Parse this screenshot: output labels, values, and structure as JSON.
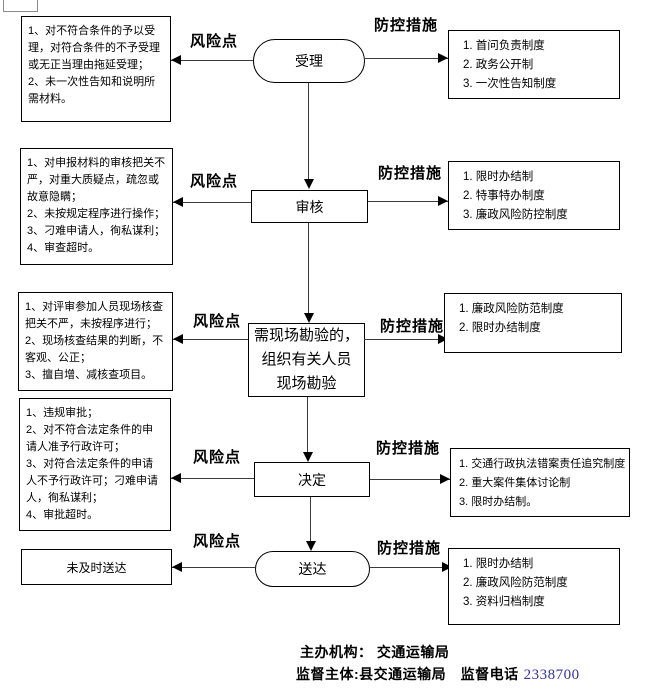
{
  "labels": {
    "risk": "风险点",
    "control": "防控措施"
  },
  "rows": [
    {
      "step": "受理",
      "risks": [
        "1、对不符合条件的予以受理，对符合条件的不予受理或无正当理由拖延受理；",
        "2、未一次性告知和说明所需材料。"
      ],
      "measures": [
        "1. 首问负责制度",
        "2. 政务公开制",
        "3. 一次性告知制度"
      ]
    },
    {
      "step": "审核",
      "risks": [
        "1、对申报材料的审核把关不严，对重大质疑点，疏忽或故意隐瞒；",
        "2、未按规定程序进行操作；",
        "3、刁难申请人，徇私谋利；",
        "4、审查超时。"
      ],
      "measures": [
        "1. 限时办结制",
        "2. 特事特办制度",
        "3. 廉政风险防控制度"
      ]
    },
    {
      "step": "需现场勘验的，\n组织有关人员\n现场勘验",
      "risks": [
        "1、对评审参加人员现场核查把关不严，未按程序进行；",
        "2、现场核查结果的判断，不客观、公正；",
        "3、擅自增、减核查项目。"
      ],
      "measures": [
        "1. 廉政风险防范制度",
        "2. 限时办结制度"
      ]
    },
    {
      "step": "决定",
      "risks": [
        "1、违规审批；",
        "2、对不符合法定条件的申请人准予行政许可；",
        "3、对符合法定条件的申请人不予行政许可；刁难申请人，徇私谋利；",
        "4、审批超时。"
      ],
      "measures": [
        "1. 交通行政执法错案责任追究制度",
        "2. 重大案件集体讨论制",
        "3. 限时办结制。"
      ]
    },
    {
      "step": "送达",
      "risk_plain": "未及时送达",
      "measures": [
        "1. 限时办结制",
        "2. 廉政风险防范制度",
        "3. 资料归档制度"
      ]
    }
  ],
  "footer": {
    "line1": "主办机构： 交通运输局",
    "line2_prefix": "监督主体:县交通运输局　监督电话",
    "phone": "2338700",
    "phone_color": "#333399"
  }
}
